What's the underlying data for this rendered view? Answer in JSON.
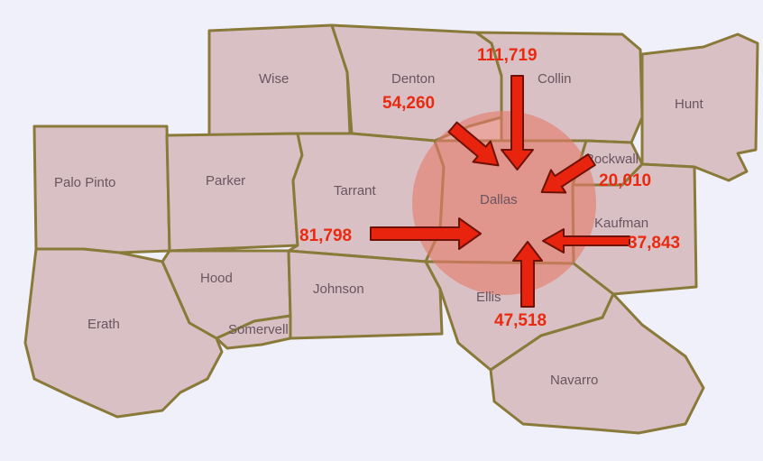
{
  "colors": {
    "background": "#f0f0fa",
    "county_fill": "#d9c0c4",
    "county_border": "#8a7a3a",
    "highlight": "#e47a6a",
    "arrow_fill": "#e8230e",
    "label_red": "#ea2a10"
  },
  "counties": {
    "wise": "Wise",
    "denton": "Denton",
    "collin": "Collin",
    "hunt": "Hunt",
    "palo_pinto": "Palo Pinto",
    "parker": "Parker",
    "tarrant": "Tarrant",
    "dallas": "Dallas",
    "rockwall": "Rockwall",
    "kaufman": "Kaufman",
    "hood": "Hood",
    "johnson": "Johnson",
    "ellis": "Ellis",
    "erath": "Erath",
    "somervell": "Somervell",
    "navarro": "Navarro"
  },
  "flows": {
    "collin": "111,719",
    "denton": "54,260",
    "rockwall": "20,010",
    "tarrant": "81,798",
    "kaufman": "37,843",
    "ellis": "47,518"
  }
}
